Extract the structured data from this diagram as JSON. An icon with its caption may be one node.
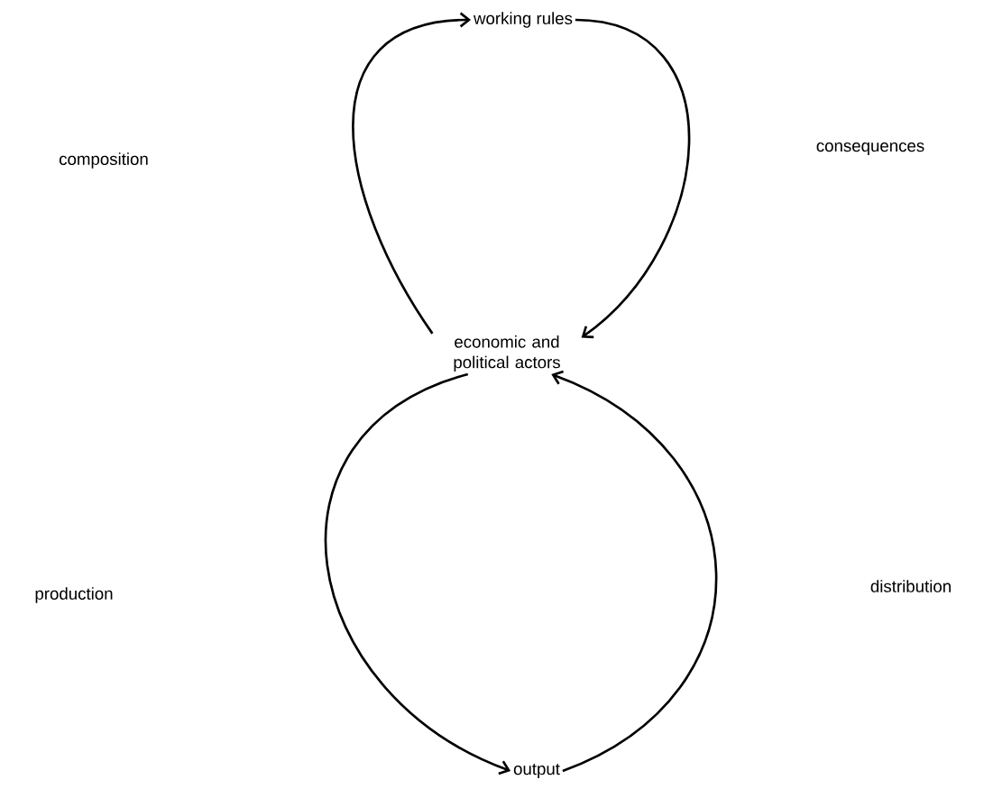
{
  "diagram": {
    "nodes": [
      {
        "text": [
          "working rules"
        ]
      },
      {
        "text": [
          "economic and political actors"
        ]
      },
      {
        "text": [
          "output"
        ]
      }
    ],
    "edges": [
      {
        "from": 1,
        "to": 0,
        "arrow": "to"
      },
      {
        "from": 0,
        "to": 1,
        "arrow": "to"
      },
      {
        "from": 1,
        "to": 2,
        "arrow": "to"
      },
      {
        "from": 2,
        "to": 1,
        "arrow": "to"
      }
    ],
    "labels": [
      "composition",
      "consequences",
      "production",
      "distribution"
    ]
  }
}
